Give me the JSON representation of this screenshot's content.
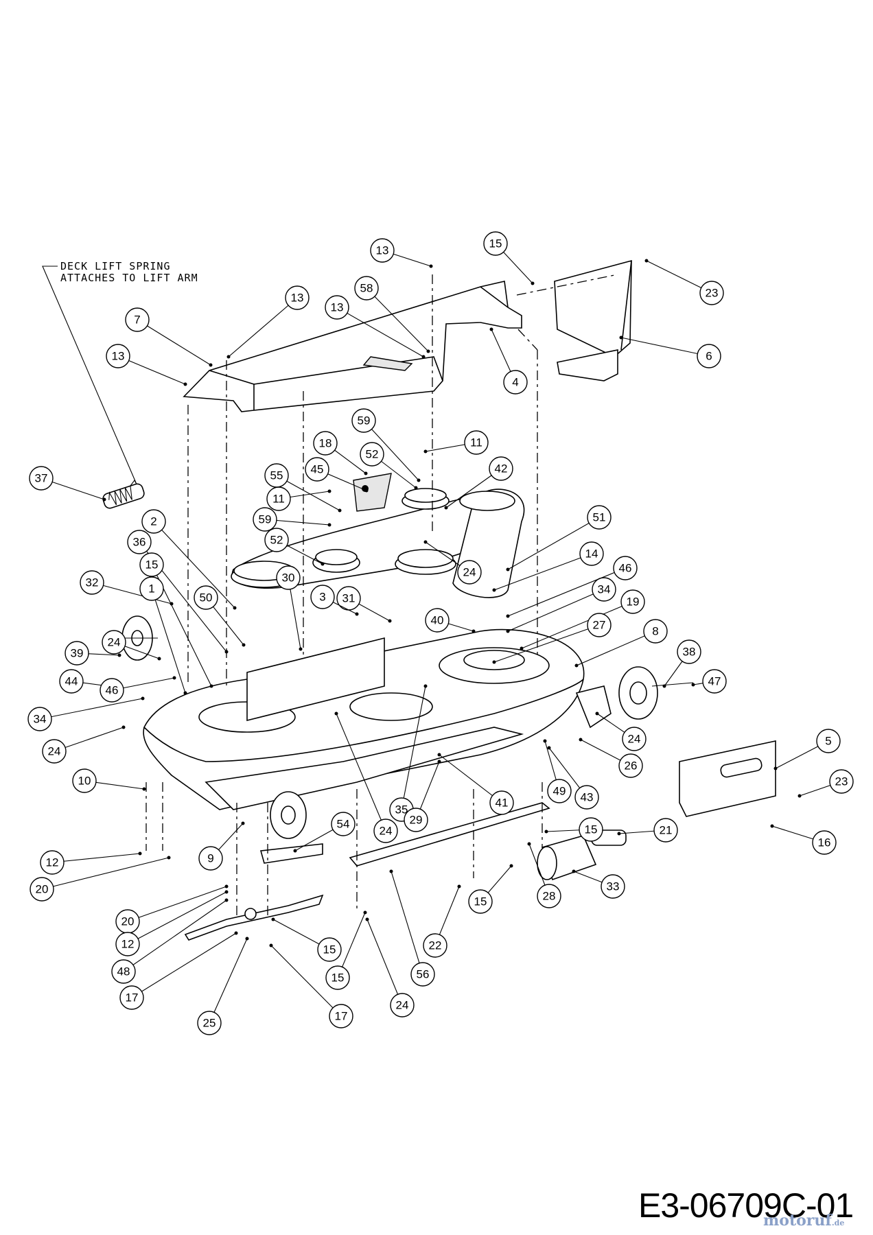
{
  "note": {
    "line1": "DECK LIFT SPRING",
    "line2": "ATTACHES TO LIFT ARM"
  },
  "callouts": [
    {
      "id": "c13a",
      "label": "13"
    },
    {
      "id": "c15a",
      "label": "15"
    },
    {
      "id": "c23a",
      "label": "23"
    },
    {
      "id": "c58",
      "label": "58"
    },
    {
      "id": "c13b",
      "label": "13"
    },
    {
      "id": "c13c",
      "label": "13"
    },
    {
      "id": "c7",
      "label": "7"
    },
    {
      "id": "c13d",
      "label": "13"
    },
    {
      "id": "c6",
      "label": "6"
    },
    {
      "id": "c4",
      "label": "4"
    },
    {
      "id": "c59a",
      "label": "59"
    },
    {
      "id": "c11a",
      "label": "11"
    },
    {
      "id": "c18",
      "label": "18"
    },
    {
      "id": "c52a",
      "label": "52"
    },
    {
      "id": "c42",
      "label": "42"
    },
    {
      "id": "c37",
      "label": "37"
    },
    {
      "id": "c55",
      "label": "55"
    },
    {
      "id": "c45",
      "label": "45"
    },
    {
      "id": "c11b",
      "label": "11"
    },
    {
      "id": "c51",
      "label": "51"
    },
    {
      "id": "c2",
      "label": "2"
    },
    {
      "id": "c59b",
      "label": "59"
    },
    {
      "id": "c52b",
      "label": "52"
    },
    {
      "id": "c36",
      "label": "36"
    },
    {
      "id": "c14",
      "label": "14"
    },
    {
      "id": "c24a",
      "label": "24"
    },
    {
      "id": "c46a",
      "label": "46"
    },
    {
      "id": "c15b",
      "label": "15"
    },
    {
      "id": "c32",
      "label": "32"
    },
    {
      "id": "c1",
      "label": "1"
    },
    {
      "id": "c30",
      "label": "30"
    },
    {
      "id": "c31",
      "label": "31"
    },
    {
      "id": "c34a",
      "label": "34"
    },
    {
      "id": "c19",
      "label": "19"
    },
    {
      "id": "c24b",
      "label": "24"
    },
    {
      "id": "c50",
      "label": "50"
    },
    {
      "id": "c3",
      "label": "3"
    },
    {
      "id": "c40",
      "label": "40"
    },
    {
      "id": "c27",
      "label": "27"
    },
    {
      "id": "c39",
      "label": "39"
    },
    {
      "id": "c8",
      "label": "8"
    },
    {
      "id": "c38",
      "label": "38"
    },
    {
      "id": "c44",
      "label": "44"
    },
    {
      "id": "c47",
      "label": "47"
    },
    {
      "id": "c46b",
      "label": "46"
    },
    {
      "id": "c34b",
      "label": "34"
    },
    {
      "id": "c24c",
      "label": "24"
    },
    {
      "id": "c24d",
      "label": "24"
    },
    {
      "id": "c5",
      "label": "5"
    },
    {
      "id": "c26",
      "label": "26"
    },
    {
      "id": "c10",
      "label": "10"
    },
    {
      "id": "c23b",
      "label": "23"
    },
    {
      "id": "c49",
      "label": "49"
    },
    {
      "id": "c43",
      "label": "43"
    },
    {
      "id": "c41",
      "label": "41"
    },
    {
      "id": "c35",
      "label": "35"
    },
    {
      "id": "c29",
      "label": "29"
    },
    {
      "id": "c54",
      "label": "54"
    },
    {
      "id": "c15c",
      "label": "15"
    },
    {
      "id": "c21",
      "label": "21"
    },
    {
      "id": "c16",
      "label": "16"
    },
    {
      "id": "c12a",
      "label": "12"
    },
    {
      "id": "c9",
      "label": "9"
    },
    {
      "id": "c24e",
      "label": "24"
    },
    {
      "id": "c20a",
      "label": "20"
    },
    {
      "id": "c33",
      "label": "33"
    },
    {
      "id": "c28",
      "label": "28"
    },
    {
      "id": "c15d",
      "label": "15"
    },
    {
      "id": "c20b",
      "label": "20"
    },
    {
      "id": "c12b",
      "label": "12"
    },
    {
      "id": "c22",
      "label": "22"
    },
    {
      "id": "c48",
      "label": "48"
    },
    {
      "id": "c15e",
      "label": "15"
    },
    {
      "id": "c56",
      "label": "56"
    },
    {
      "id": "c15f",
      "label": "15"
    },
    {
      "id": "c17a",
      "label": "17"
    },
    {
      "id": "c24f",
      "label": "24"
    },
    {
      "id": "c25",
      "label": "25"
    },
    {
      "id": "c17b",
      "label": "17"
    }
  ],
  "drawing_code": "E3-06709C-01",
  "watermark": {
    "brand": "motoruf",
    "suffix": ".de"
  }
}
